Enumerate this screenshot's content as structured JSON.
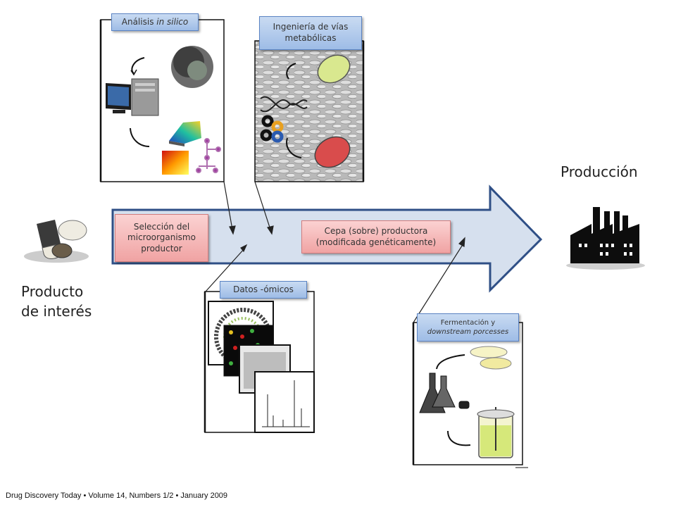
{
  "labels": {
    "analisis_prefix": "Análisis ",
    "analisis_italic": "in silico",
    "ingenieria": "Ingeniería de vías metabólicas",
    "seleccion": "Selección del microorganismo productor",
    "cepa": "Cepa (sobre) productora (modificada genéticamente)",
    "datos": "Datos -ómicos",
    "fermentacion_line1": "Fermentación y",
    "fermentacion_italic": "downstream porcesses"
  },
  "producto": "Producto de interés",
  "produccion": "Producción",
  "footer": "Drug Discovery Today • Volume 14, Numbers 1/2 • January 2009",
  "colors": {
    "arrow_fill": "#d6e0ee",
    "arrow_stroke": "#2f4f86",
    "label_blue": "#b8cfee",
    "label_red": "#f6b8b8"
  }
}
